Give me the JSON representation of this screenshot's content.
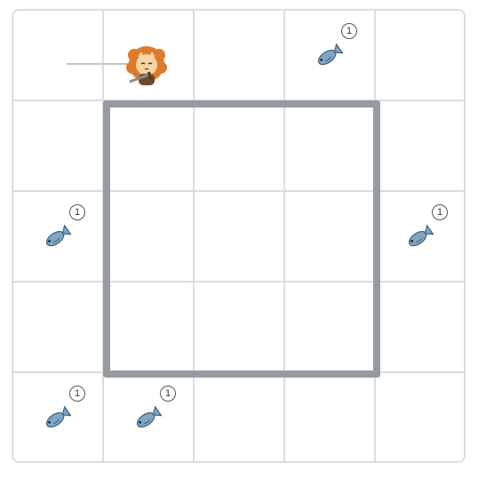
{
  "board": {
    "rows": 5,
    "cols": 5
  },
  "player": {
    "name": "cat",
    "row": 0,
    "col": 1,
    "icon": "lion-cat-icon"
  },
  "items": [
    {
      "type": "fish",
      "row": 0,
      "col": 3,
      "count": "1"
    },
    {
      "type": "fish",
      "row": 2,
      "col": 0,
      "count": "1"
    },
    {
      "type": "fish",
      "row": 2,
      "col": 4,
      "count": "1"
    },
    {
      "type": "fish",
      "row": 4,
      "col": 0,
      "count": "1"
    },
    {
      "type": "fish",
      "row": 4,
      "col": 1,
      "count": "1"
    }
  ],
  "colors": {
    "grid": "#dcdcdc",
    "wall": "#959ba1",
    "fish": "#7fa6c4",
    "cat": "#e07a2a"
  }
}
